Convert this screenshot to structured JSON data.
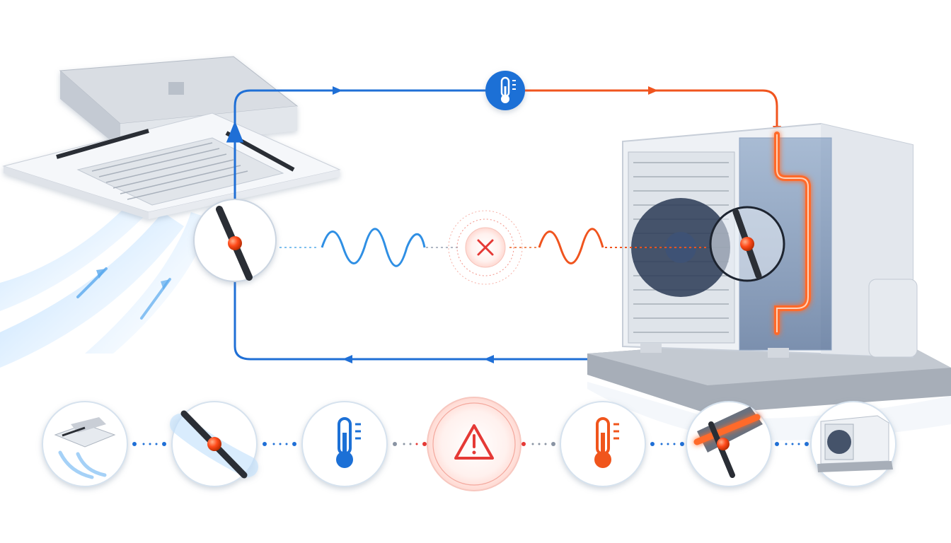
{
  "colors": {
    "cold": "#1f6fd6",
    "cold_light": "#5aa9ee",
    "hot": "#f0541e",
    "hot_light": "#ff8a4a",
    "alert": "#e53935",
    "alert_soft": "#ffe3e0",
    "sensor": "#ff4a1a",
    "pipe": "#2b2f36",
    "unit_body": "#eef1f5",
    "unit_edge": "#c7ced8",
    "snow": "#f4f7fb",
    "pad": "#9aa1ab"
  },
  "icons": {
    "indoor_unit": "ceiling-cassette-icon",
    "sensor_cold": "pipe-sensor-cold-icon",
    "thermometer_cold": "thermometer-cold-icon",
    "fault": "fault-x-icon",
    "warning": "warning-triangle-icon",
    "thermometer_hot": "thermometer-hot-icon",
    "sensor_hot": "pipe-sensor-hot-icon",
    "outdoor_unit": "outdoor-unit-icon"
  },
  "sequence": [
    {
      "id": "indoor",
      "icon": "ceiling-cassette-icon"
    },
    {
      "id": "cold-sensor",
      "icon": "pipe-sensor-cold-icon"
    },
    {
      "id": "cold-temp",
      "icon": "thermometer-cold-icon"
    },
    {
      "id": "warning",
      "icon": "warning-triangle-icon"
    },
    {
      "id": "hot-temp",
      "icon": "thermometer-hot-icon"
    },
    {
      "id": "hot-sensor",
      "icon": "pipe-sensor-hot-icon"
    },
    {
      "id": "outdoor",
      "icon": "outdoor-unit-icon"
    }
  ]
}
